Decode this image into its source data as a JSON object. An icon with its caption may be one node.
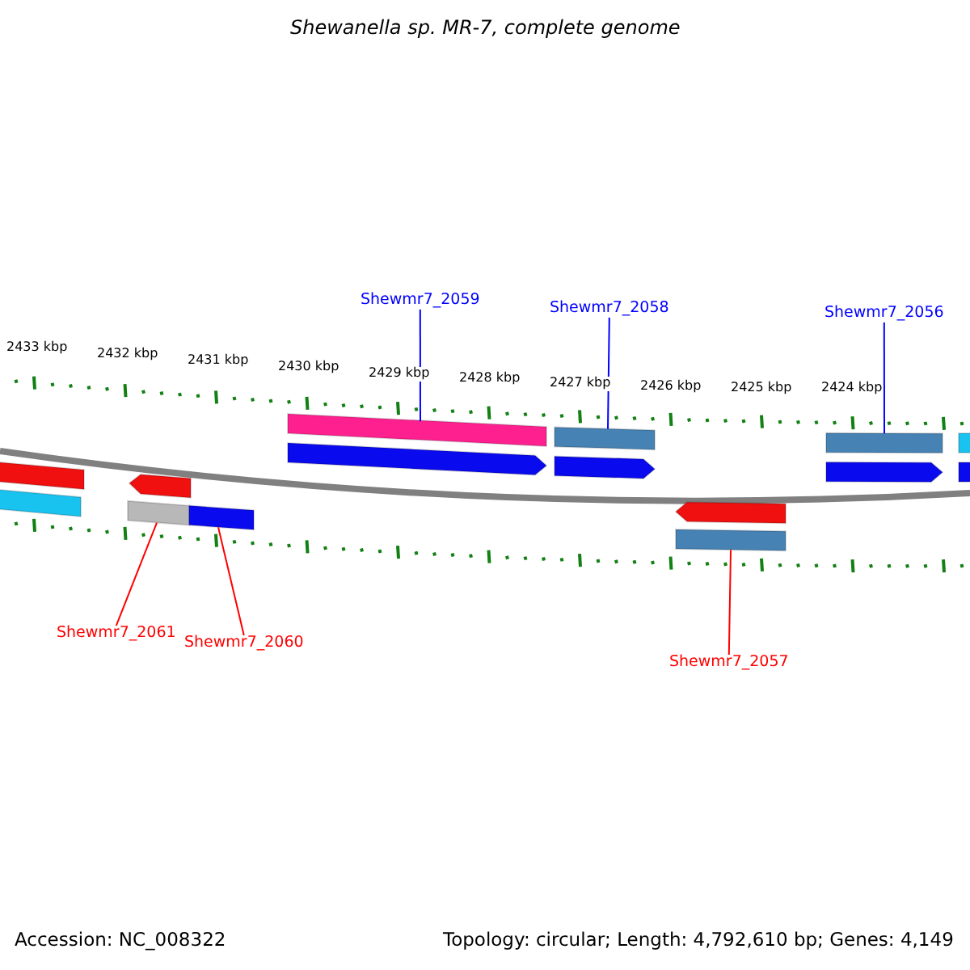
{
  "diagram": {
    "title": "Shewanella sp. MR-7, complete genome",
    "nodes": [
      {
        "text": [
          "Shewmr7_2059"
        ]
      },
      {
        "text": [],
        "shape": "bar"
      },
      {
        "text": [
          "Shewmr7_2058"
        ]
      },
      {
        "text": [],
        "shape": "bar"
      },
      {
        "text": [
          "Shewmr7_2056"
        ]
      },
      {
        "text": [],
        "shape": "bar"
      },
      {
        "text": [
          "Shewmr7_2061"
        ]
      },
      {
        "text": [],
        "shape": "bar"
      },
      {
        "text": [
          "Shewmr7_2060"
        ]
      },
      {
        "text": [],
        "shape": "bar"
      },
      {
        "text": [
          "Shewmr7_2057"
        ]
      },
      {
        "text": [],
        "shape": "bar"
      }
    ],
    "edges": [
      {
        "from": 0,
        "to": 1,
        "arrow": "none",
        "color": "#0000ff"
      },
      {
        "from": 2,
        "to": 3,
        "arrow": "none",
        "color": "#0000ff"
      },
      {
        "from": 4,
        "to": 5,
        "arrow": "none",
        "color": "#0000ff"
      },
      {
        "from": 6,
        "to": 7,
        "arrow": "none",
        "color": "#ff0000"
      },
      {
        "from": 8,
        "to": 9,
        "arrow": "none",
        "color": "#ff0000"
      },
      {
        "from": 10,
        "to": 11,
        "arrow": "none",
        "color": "#ff0000"
      }
    ],
    "labels": [
      "2433 kbp",
      "2432 kbp",
      "2431 kbp",
      "2430 kbp",
      "2429 kbp",
      "2428 kbp",
      "2427 kbp",
      "2426 kbp",
      "2425 kbp",
      "2424 kbp",
      "Accession: NC_008322",
      "Topology: circular; Length: 4,792,610 bp; Genes: 4,149"
    ]
  }
}
